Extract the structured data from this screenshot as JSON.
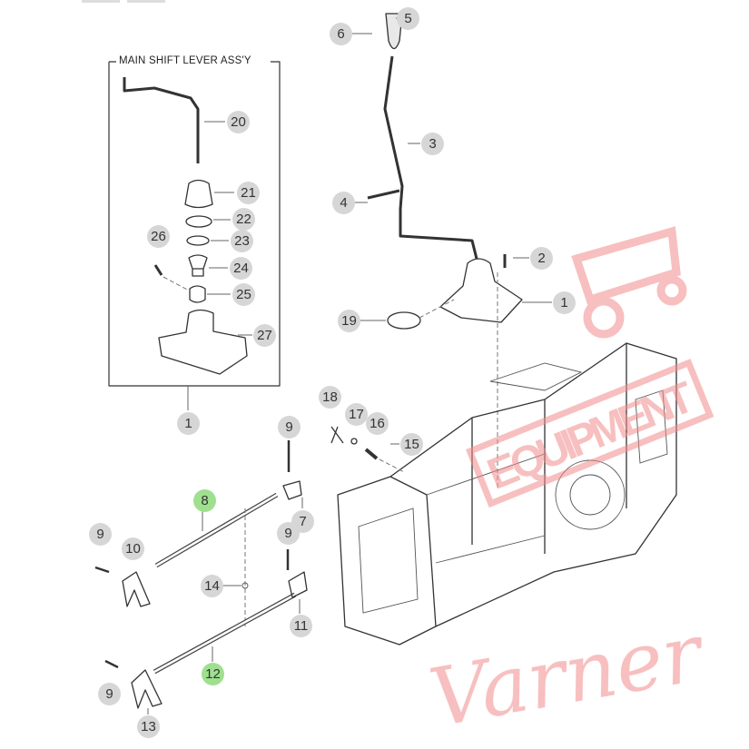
{
  "diagram": {
    "assembly_box_title": "MAIN SHIFT LEVER ASS'Y",
    "watermark_script": "Varner",
    "watermark_block": "EQUIPMENT",
    "highlight_color": "#9fe08f",
    "watermark_color": "#f08a8a",
    "callouts": [
      {
        "label": "5"
      },
      {
        "label": "6"
      },
      {
        "label": "3"
      },
      {
        "label": "4"
      },
      {
        "label": "2"
      },
      {
        "label": "1"
      },
      {
        "label": "19"
      },
      {
        "label": "20"
      },
      {
        "label": "21"
      },
      {
        "label": "22"
      },
      {
        "label": "23"
      },
      {
        "label": "24"
      },
      {
        "label": "25"
      },
      {
        "label": "26"
      },
      {
        "label": "27"
      },
      {
        "label": "1"
      },
      {
        "label": "18"
      },
      {
        "label": "17"
      },
      {
        "label": "16"
      },
      {
        "label": "15"
      },
      {
        "label": "9"
      },
      {
        "label": "8",
        "highlighted": true
      },
      {
        "label": "7"
      },
      {
        "label": "9"
      },
      {
        "label": "9"
      },
      {
        "label": "10"
      },
      {
        "label": "14"
      },
      {
        "label": "11"
      },
      {
        "label": "12",
        "highlighted": true
      },
      {
        "label": "9"
      },
      {
        "label": "13"
      }
    ]
  }
}
